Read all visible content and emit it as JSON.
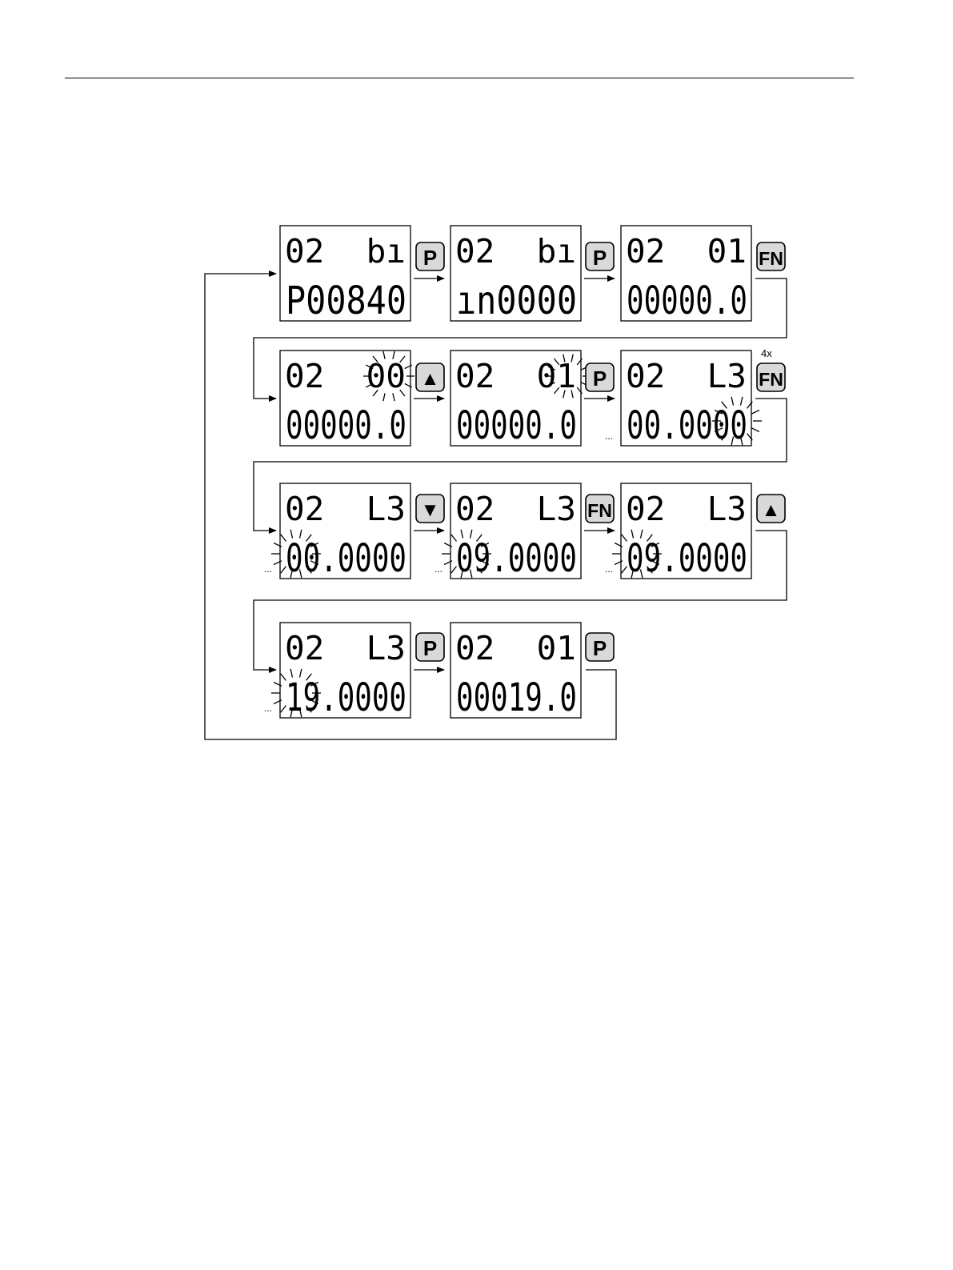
{
  "screens": [
    {
      "top_left": "02",
      "top_right": "bı",
      "bottom": "P00840",
      "flash": "",
      "dots": ""
    },
    {
      "top_left": "02",
      "top_right": "bı",
      "bottom": "ın0000",
      "flash": "",
      "dots": ""
    },
    {
      "top_left": "02",
      "top_right": "01",
      "bottom": "00000.0",
      "flash": "",
      "dots": ""
    },
    {
      "top_left": "02",
      "top_right": "00",
      "bottom": "00000.0",
      "flash": "top",
      "dots": ""
    },
    {
      "top_left": "02",
      "top_right": "01",
      "bottom": "00000.0",
      "flash": "top-last",
      "dots": ""
    },
    {
      "top_left": "02",
      "top_right": "L3",
      "bottom": "00.0000",
      "flash": "bottom-last",
      "dots": "..."
    },
    {
      "top_left": "02",
      "top_right": "L3",
      "bottom": "00.0000",
      "flash": "bottom-first",
      "dots": "..."
    },
    {
      "top_left": "02",
      "top_right": "L3",
      "bottom": "09.0000",
      "flash": "bottom-first",
      "dots": "..."
    },
    {
      "top_left": "02",
      "top_right": "L3",
      "bottom": "09.0000",
      "flash": "bottom-first",
      "dots": "..."
    },
    {
      "top_left": "02",
      "top_right": "L3",
      "bottom": "19.0000",
      "flash": "bottom-first",
      "dots": "..."
    },
    {
      "top_left": "02",
      "top_right": "01",
      "bottom": "00019.0",
      "flash": "",
      "dots": ""
    }
  ],
  "keys": [
    {
      "label": "P",
      "name": "p-key"
    },
    {
      "label": "P",
      "name": "p-key"
    },
    {
      "label": "FN",
      "name": "fn-key"
    },
    {
      "label": "▲",
      "name": "up-arrow-key"
    },
    {
      "label": "P",
      "name": "p-key"
    },
    {
      "label": "FN",
      "name": "fn-key",
      "count": "4x"
    },
    {
      "label": "▼",
      "name": "down-arrow-key"
    },
    {
      "label": "FN",
      "name": "fn-key"
    },
    {
      "label": "▲",
      "name": "up-arrow-key"
    },
    {
      "label": "P",
      "name": "p-key"
    },
    {
      "label": "P",
      "name": "p-key"
    }
  ]
}
